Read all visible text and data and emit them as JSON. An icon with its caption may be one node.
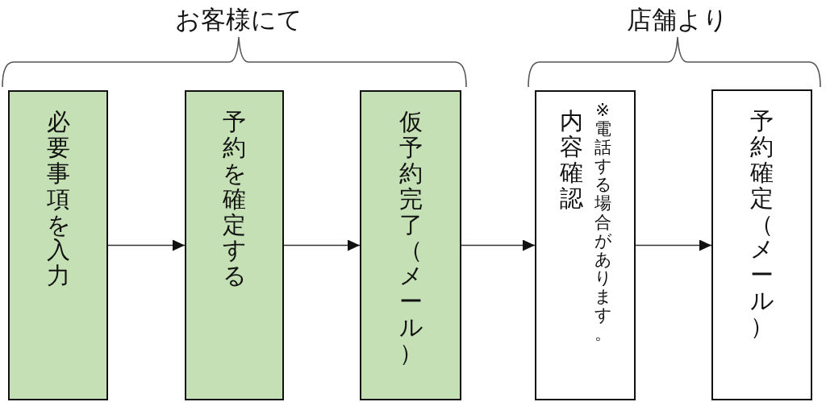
{
  "diagram": {
    "nodes": [
      {
        "text": [
          "必要事項を入力"
        ]
      },
      {
        "text": [
          "予約を確定する"
        ]
      },
      {
        "text": [
          "仮予約完了（メール）"
        ]
      },
      {
        "text": [
          "内容確認",
          "※電話する場合があります。"
        ]
      },
      {
        "text": [
          "予約確定（メール）"
        ]
      }
    ],
    "edges": [
      {
        "from": 0,
        "to": 1,
        "arrow": "to"
      },
      {
        "from": 1,
        "to": 2,
        "arrow": "to"
      },
      {
        "from": 2,
        "to": 3,
        "arrow": "to"
      },
      {
        "from": 3,
        "to": 4,
        "arrow": "to"
      }
    ],
    "labels": [
      "お客様にて",
      "店舗より"
    ]
  }
}
